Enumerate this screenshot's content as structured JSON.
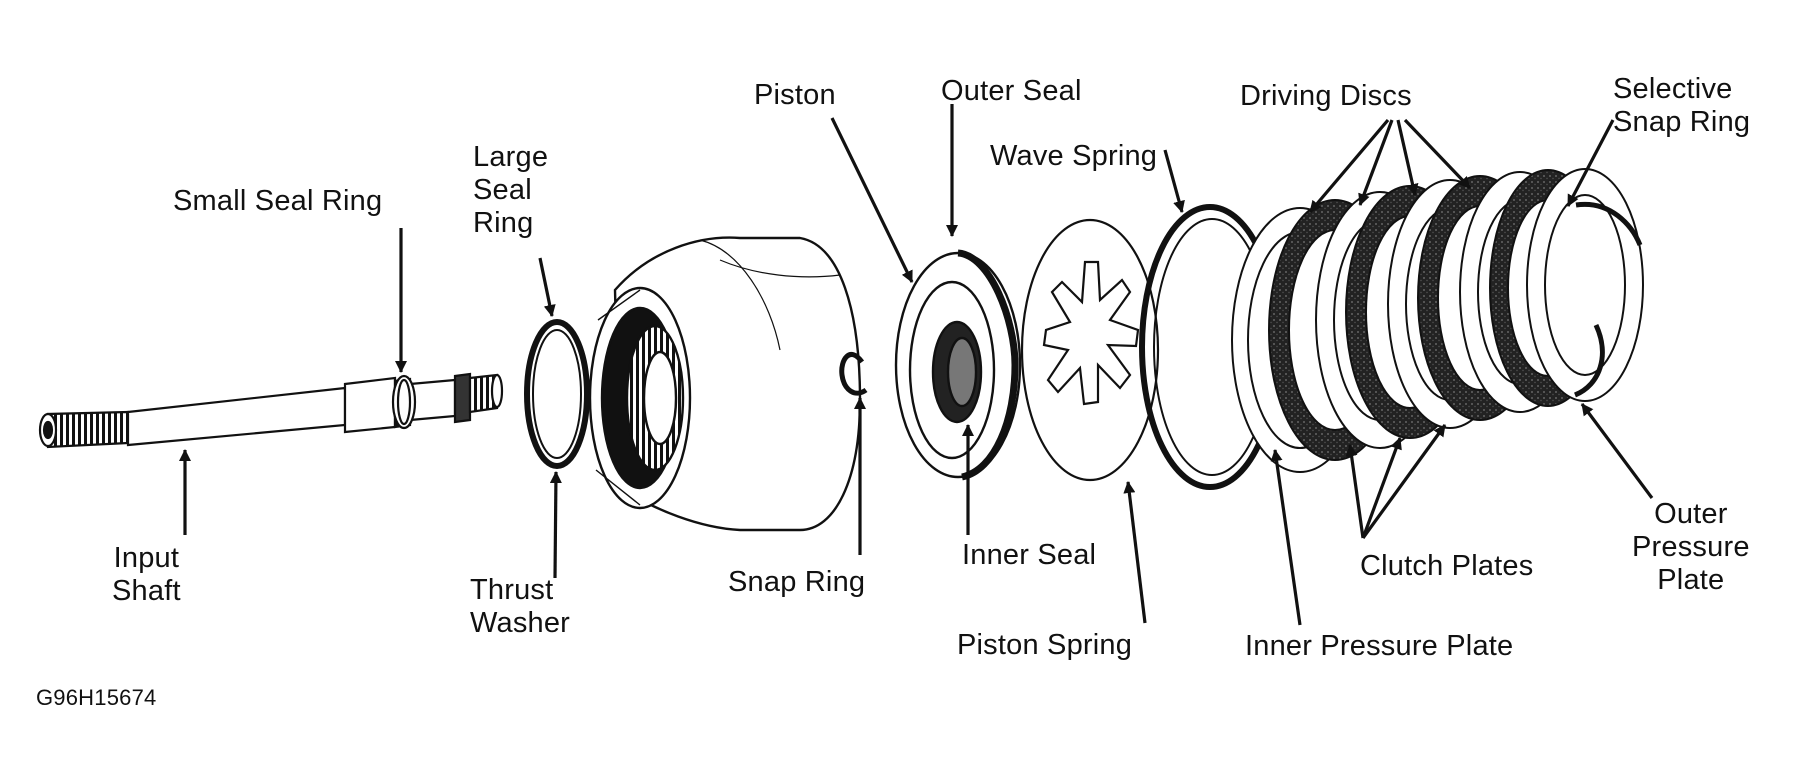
{
  "labels": {
    "input_shaft": "Input\nShaft",
    "small_seal_ring": "Small Seal Ring",
    "large_seal_ring": "Large\nSeal\nRing",
    "thrust_washer": "Thrust\nWasher",
    "snap_ring": "Snap Ring",
    "piston": "Piston",
    "outer_seal": "Outer Seal",
    "inner_seal": "Inner Seal",
    "wave_spring": "Wave Spring",
    "piston_spring": "Piston Spring",
    "driving_discs": "Driving Discs",
    "selective_snap_ring": "Selective\nSnap Ring",
    "clutch_plates": "Clutch Plates",
    "inner_pressure_plate": "Inner Pressure Plate",
    "outer_pressure_plate": "Outer\nPressure\nPlate"
  },
  "figure_code": "G96H15674"
}
